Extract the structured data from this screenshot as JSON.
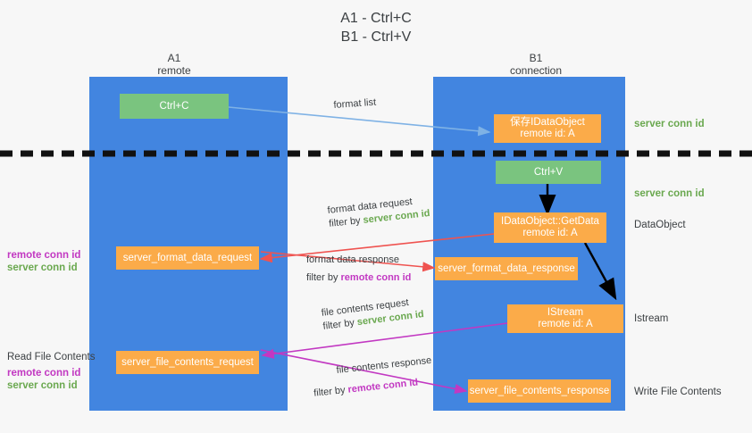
{
  "title": {
    "line1": "A1 - Ctrl+C",
    "line2": "B1 - Ctrl+V"
  },
  "lanes": [
    {
      "id": "a1",
      "name": "A1",
      "sub": "remote"
    },
    {
      "id": "b1",
      "name": "B1",
      "sub": "connection"
    }
  ],
  "boxes": {
    "ctrl_c": {
      "line1": "Ctrl+C",
      "line2": ""
    },
    "save_idataobject": {
      "line1": "保存IDataObject",
      "line2": "remote id: A"
    },
    "ctrl_v": {
      "line1": "Ctrl+V",
      "line2": ""
    },
    "getdata": {
      "line1": "IDataObject::GetData",
      "line2": "remote id: A"
    },
    "format_data_request": {
      "line1": "server_format_data_request",
      "line2": ""
    },
    "format_data_response": {
      "line1": "server_format_data_response",
      "line2": ""
    },
    "istream": {
      "line1": "IStream",
      "line2": "remote id: A"
    },
    "file_contents_request": {
      "line1": "server_file_contents_request",
      "line2": ""
    },
    "file_contents_response": {
      "line1": "server_file_contents_response",
      "line2": ""
    }
  },
  "edge_labels": {
    "format_list": {
      "line1": "format list",
      "line2_prefix": "",
      "line2_em": "",
      "line2_em_color": ""
    },
    "format_data_request": {
      "line1": "format data request",
      "line2_prefix": "filter by ",
      "line2_em": "server conn id",
      "line2_em_color": "#6aa84f"
    },
    "format_data_response": {
      "line1": "format data response",
      "line2_prefix": "filter by ",
      "line2_em": "remote conn id",
      "line2_em_color": "#c238c2"
    },
    "file_contents_request": {
      "line1": "file contents request",
      "line2_prefix": "filter by ",
      "line2_em": "server conn id",
      "line2_em_color": "#6aa84f"
    },
    "file_contents_response": {
      "line1": "file contents response",
      "line2_prefix": "filter by ",
      "line2_em": "remote conn id",
      "line2_em_color": "#c238c2"
    }
  },
  "side_labels": {
    "right_top_conn": "server conn id",
    "right_mid_conn": "server conn id",
    "dataobject": "DataObject",
    "istream": "Istream",
    "write_file": "Write File Contents",
    "read_file": "Read File Contents",
    "left_remote_conn_1": "remote conn id",
    "left_server_conn_1": "server conn id",
    "left_remote_conn_2": "remote conn id",
    "left_server_conn_2": "server conn id"
  },
  "colors": {
    "lane": "#4285e0",
    "green_box": "#7ac47f",
    "orange_box": "#fbab49",
    "green_text": "#6aa84f",
    "magenta_text": "#c238c2",
    "arrow_blue": "#7fb2e5",
    "arrow_red": "#ef5350",
    "arrow_magenta": "#c238c2",
    "arrow_black": "#000000",
    "background": "#f7f7f7"
  }
}
